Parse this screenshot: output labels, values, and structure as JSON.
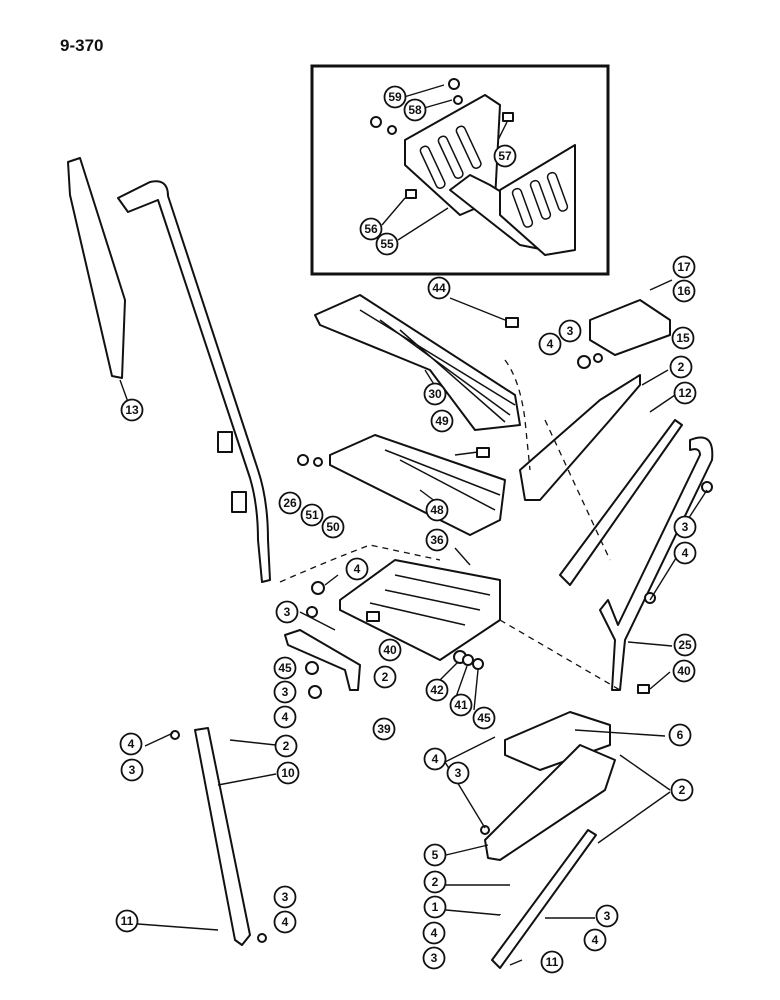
{
  "page_number": "9-370",
  "callouts": [
    {
      "label": "59"
    },
    {
      "label": "58"
    },
    {
      "label": "57"
    },
    {
      "label": "56"
    },
    {
      "label": "55"
    },
    {
      "label": "13"
    },
    {
      "label": "17"
    },
    {
      "label": "16"
    },
    {
      "label": "44"
    },
    {
      "label": "3"
    },
    {
      "label": "4"
    },
    {
      "label": "15"
    },
    {
      "label": "30"
    },
    {
      "label": "2"
    },
    {
      "label": "12"
    },
    {
      "label": "49"
    },
    {
      "label": "26"
    },
    {
      "label": "51"
    },
    {
      "label": "50"
    },
    {
      "label": "48"
    },
    {
      "label": "3"
    },
    {
      "label": "4"
    },
    {
      "label": "36"
    },
    {
      "label": "4"
    },
    {
      "label": "3"
    },
    {
      "label": "40"
    },
    {
      "label": "25"
    },
    {
      "label": "2"
    },
    {
      "label": "42"
    },
    {
      "label": "41"
    },
    {
      "label": "45"
    },
    {
      "label": "40"
    },
    {
      "label": "45"
    },
    {
      "label": "3"
    },
    {
      "label": "4"
    },
    {
      "label": "39"
    },
    {
      "label": "6"
    },
    {
      "label": "4"
    },
    {
      "label": "3"
    },
    {
      "label": "2"
    },
    {
      "label": "4"
    },
    {
      "label": "3"
    },
    {
      "label": "10"
    },
    {
      "label": "2"
    },
    {
      "label": "5"
    },
    {
      "label": "2"
    },
    {
      "label": "1"
    },
    {
      "label": "3"
    },
    {
      "label": "4"
    },
    {
      "label": "11"
    },
    {
      "label": "3"
    },
    {
      "label": "4"
    },
    {
      "label": "3"
    },
    {
      "label": "4"
    },
    {
      "label": "11"
    }
  ]
}
